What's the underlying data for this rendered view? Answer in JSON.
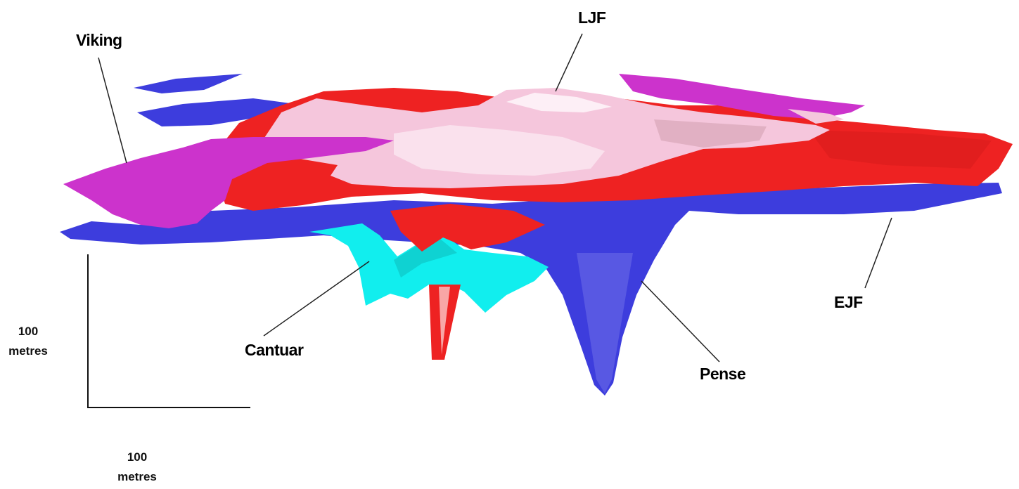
{
  "labels": {
    "viking": "Viking",
    "ljf": "LJF",
    "ejf": "EJF",
    "cantuar": "Cantuar",
    "pense": "Pense"
  },
  "scale": {
    "vertical_value": "100",
    "vertical_unit": "metres",
    "horizontal_value": "100",
    "horizontal_unit": "metres"
  },
  "colors": {
    "viking": "#cc33cc",
    "ljf": "#f5c6dc",
    "ejf": "#ee2222",
    "cantuar": "#11eeee",
    "pense": "#3d3ddd",
    "background": "#ffffff"
  }
}
